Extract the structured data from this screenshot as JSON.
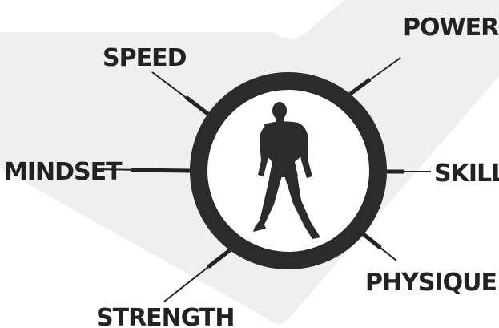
{
  "diagram": {
    "center_icon": "standing-man-silhouette-icon",
    "colors": {
      "background": "#ffffff",
      "chevron": "#efefef",
      "ring": "#2b2b2b",
      "lines": "#222222",
      "labels": "#222222"
    },
    "labels": {
      "speed": "SPEED",
      "power": "POWER",
      "mindset": "MINDSET",
      "skills": "SKILLS",
      "physique": "PHYSIQUE",
      "strength": "STRENGTH"
    }
  }
}
